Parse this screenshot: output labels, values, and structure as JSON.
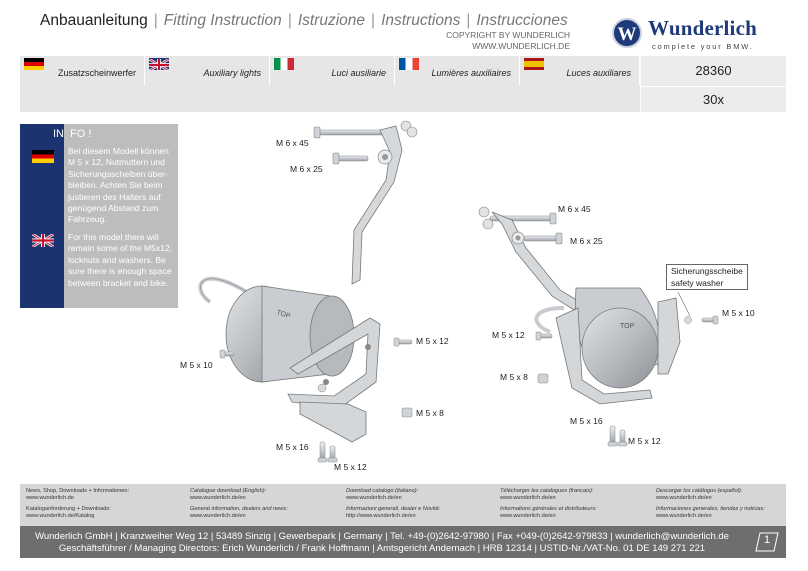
{
  "header": {
    "titles": [
      "Anbauanleitung",
      "Fitting Instruction",
      "Istruzione",
      "Instructions",
      "Instrucciones"
    ],
    "separator": "|",
    "copyright": "COPYRIGHT BY WUNDERLICH",
    "website": "WWW.WUNDERLICH.DE",
    "logo_mark": "W",
    "logo_name": "Wunderlich",
    "logo_tagline": "complete your BMW."
  },
  "product": {
    "labels": [
      {
        "flag": "flag-de-icon",
        "text": "Zusatzscheinwerfer"
      },
      {
        "flag": "flag-uk-icon",
        "text": "Auxiliary lights"
      },
      {
        "flag": "flag-it-icon",
        "text": "Luci ausiliarie"
      },
      {
        "flag": "flag-fr-icon",
        "text": "Lumières auxiliaires"
      },
      {
        "flag": "flag-es-icon",
        "text": "Luces auxiliares"
      }
    ],
    "article_number": "28360",
    "quantity": "30x"
  },
  "info": {
    "title_in": "IN",
    "title_rest": "FO !",
    "de_text": "Bei diesem Modell können M 5 x 12, Nutmuttern und Sicherungsscheiben über-bleiben. Achten Sie beim justieren des Halters auf genügend Abstand zum Fahrzeug.",
    "en_text": "For this model there will remain some of the M5x12, locknuts and washers. Be sure there is enough space between bracket and bike."
  },
  "parts": {
    "m6x45_left": "M 6 x 45",
    "m6x25_left": "M 6 x 25",
    "m5x12_left_mid": "M 5 x 12",
    "m5x10_left": "M 5 x 10",
    "m5x8_left": "M 5 x 8",
    "m5x16_left": "M 5 x 16",
    "m5x12_left_bottom": "M 5 x 12",
    "m6x45_right": "M 6 x 45",
    "m6x25_right": "M 6 x 25",
    "m5x12_right_mid": "M 5 x 12",
    "m5x8_right": "M 5 x 8",
    "m5x10_right": "M 5 x 10",
    "m5x16_right": "M 5 x 16",
    "m5x12_right_bottom": "M 5 x 12",
    "callout_de": "Sicherungsscheibe",
    "callout_en": "safety washer",
    "top_mark": "TOP"
  },
  "footer": {
    "columns": [
      {
        "h1": "News, Shop, Downloads + Informationen:",
        "u1": "www.wunderlich.de",
        "h2": "Kataloganforderung + Downloads:",
        "u2": "www.wunderlich.de/Katalog"
      },
      {
        "h1": "Catalogue download (English):",
        "u1": "www.wunderlich.de/en",
        "h2": "General information, dealers and news:",
        "u2": "www.wunderlich.de/en"
      },
      {
        "h1": "Download catalogo (italiano):",
        "u1": "www.wunderlich.de/en",
        "h2": "Informazioni generali, dealer e Novità:",
        "u2": "http://www.wunderlich.de/en"
      },
      {
        "h1": "Télécharger les catalogues (francais):",
        "u1": "www.wunderlich.de/en",
        "h2": "Informations générales et distributeurs:",
        "u2": "www.wunderlich.de/en"
      },
      {
        "h1": "Descargar los catálogos (español):",
        "u1": "www.wunderlich.de/en",
        "h2": "Informaciones generales, tiendas y noticias:",
        "u2": "www.wunderlich.de/en"
      }
    ],
    "line1": "Wunderlich GmbH | Kranzweiher Weg 12 | 53489 Sinzig | Gewerbepark | Germany | Tel. +49-(0)2642-97980 | Fax +049-(0)2642-979833 | wunderlich@wunderlich.de",
    "line2": "Geschäftsführer / Managing Directors: Erich Wunderlich / Frank Hoffmann | Amtsgericht Andernach | HRB 12314 | USTID-Nr./VAT-No. 01 DE 149 271 221",
    "page": "1"
  },
  "colors": {
    "brand_blue": "#1e3a7b",
    "info_panel": "#bdbdbd",
    "footer_dark": "#6e6e6e",
    "band_grey": "#e6e6e6"
  }
}
